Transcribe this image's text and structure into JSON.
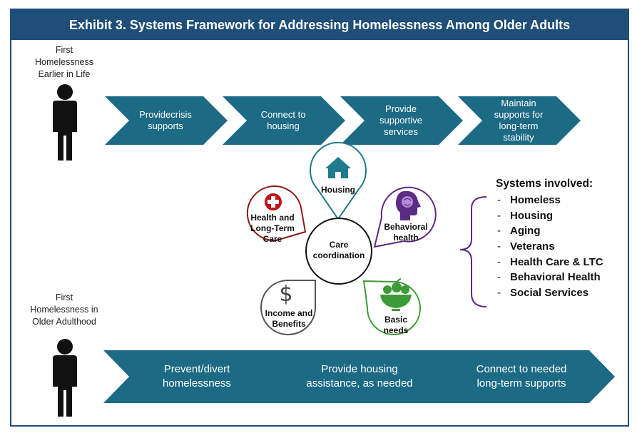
{
  "title": "Exhibit 3. Systems Framework for Addressing Homelessness Among Older Adults",
  "colors": {
    "primary": "#1f4e79",
    "teal": "#1e7a8c",
    "red": "#8b1a1a",
    "purple": "#5b2c83",
    "green": "#3d9b35",
    "gray": "#555555"
  },
  "person_top": {
    "label_lines": [
      "First",
      "Homelessness",
      "Earlier in Life"
    ],
    "icon": "person-icon"
  },
  "person_bottom": {
    "label_lines": [
      "First",
      "Homelessness in",
      "Older Adulthood"
    ],
    "icon": "person-icon"
  },
  "top_steps": [
    {
      "lines": [
        "Providecrisis",
        "supports"
      ]
    },
    {
      "lines": [
        "Connect to",
        "housing"
      ]
    },
    {
      "lines": [
        "Provide",
        "supportive",
        "services"
      ]
    },
    {
      "lines": [
        "Maintain",
        "supports for",
        "long-term",
        "stability"
      ]
    }
  ],
  "bottom_steps": [
    {
      "lines": [
        "Prevent/divert",
        "homelessness"
      ]
    },
    {
      "lines": [
        "Provide housing",
        "assistance, as needed"
      ]
    },
    {
      "lines": [
        "Connect to needed",
        "long-term supports"
      ]
    }
  ],
  "center": {
    "lines": [
      "Care",
      "coordination"
    ]
  },
  "bubbles": [
    {
      "id": "housing",
      "lines": [
        "Housing"
      ],
      "icon": "house-icon",
      "color": "#1e7a8c"
    },
    {
      "id": "behavioral",
      "lines": [
        "Behavioral",
        "health"
      ],
      "icon": "head-brain-icon",
      "color": "#5b2c83"
    },
    {
      "id": "health",
      "lines": [
        "Health and",
        "Long-Term",
        "Care"
      ],
      "icon": "medical-cross-icon",
      "color": "#8b1a1a"
    },
    {
      "id": "income",
      "lines": [
        "Income and",
        "Benefits"
      ],
      "icon": "dollar-icon",
      "color": "#555555"
    },
    {
      "id": "basic",
      "lines": [
        "Basic",
        "needs"
      ],
      "icon": "fruit-bowl-icon",
      "color": "#3d9b35"
    }
  ],
  "systems": {
    "title": "Systems involved:",
    "items": [
      "Homeless",
      "Housing",
      "Aging",
      "Veterans",
      "Health Care & LTC",
      "Behavioral Health",
      "Social Services"
    ]
  }
}
